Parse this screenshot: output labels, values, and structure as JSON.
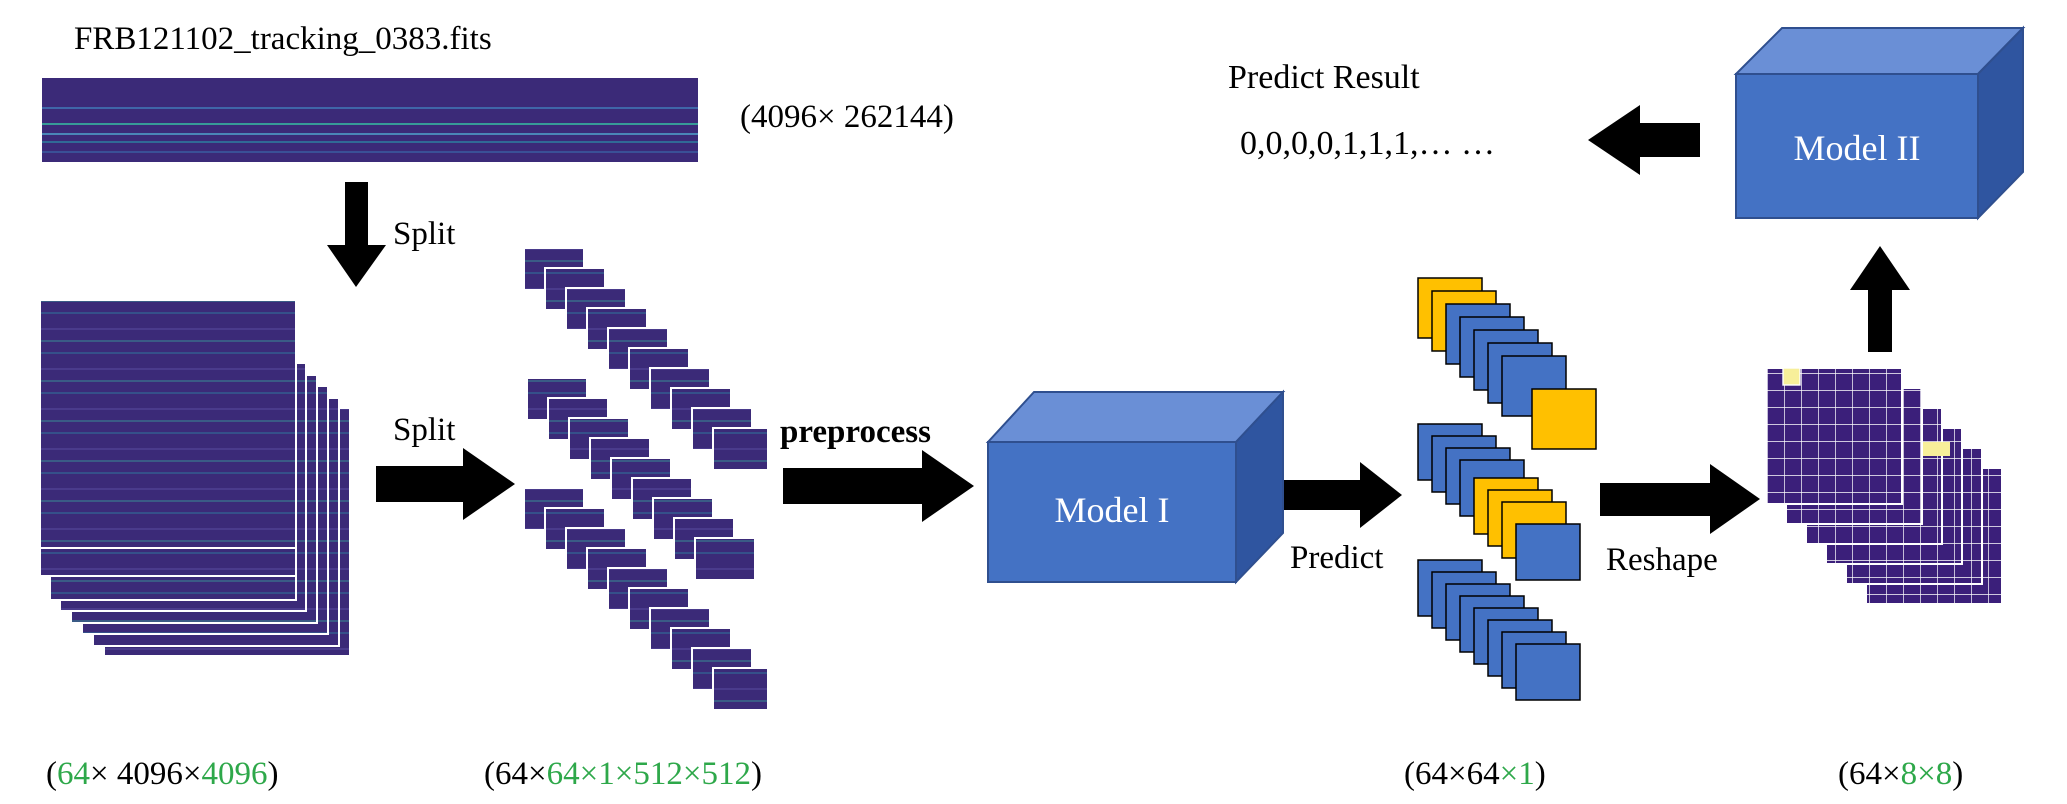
{
  "colors": {
    "spectrogram_bg": "#3b2a78",
    "spectrogram_line": "#35b8a0",
    "block_blue": "#4472c4",
    "block_yellow": "#ffc000",
    "grid_purple": "#3b1f7a",
    "grid_highlight": "#f7ef9a",
    "model_front": "#4472c4",
    "model_top": "#6a8fd6",
    "model_side": "#2f55a0",
    "highlight_green": "#2ea84a"
  },
  "input": {
    "filename": "FRB121102_tracking_0383.fits",
    "dims": "(4096× 262144)"
  },
  "labels": {
    "split_1": "Split",
    "split_2": "Split",
    "preprocess": "preprocess",
    "predict": "Predict",
    "reshape": "Reshape"
  },
  "models": {
    "model1": "Model I",
    "model2": "Model II"
  },
  "result": {
    "title": "Predict Result",
    "values": "0,0,0,0,1,1,1,… …"
  },
  "shapes": {
    "split_stack": {
      "open": "(",
      "a": "64",
      "b": "× 4096×",
      "c": "4096",
      "close": ")"
    },
    "tiles": {
      "open": "(64×",
      "a": "64×1×512×512",
      "close": ")"
    },
    "predictions": {
      "open": "(64×64",
      "a": "×1",
      "close": ")"
    },
    "grids": {
      "open": "(64×",
      "a": "8×8",
      "close": ")"
    }
  }
}
